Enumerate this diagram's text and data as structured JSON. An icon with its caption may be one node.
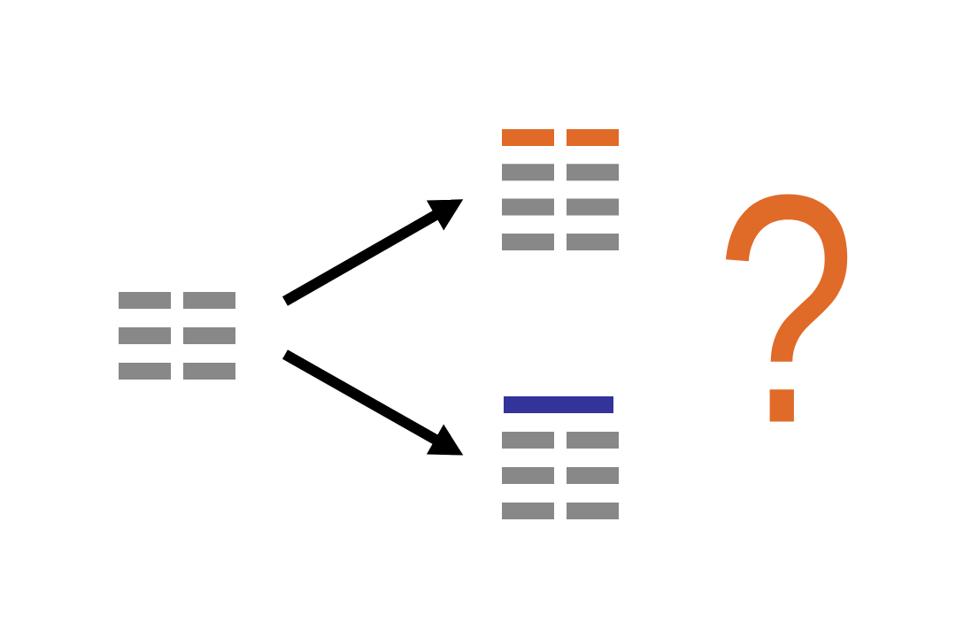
{
  "diagram": {
    "nodes": [
      {
        "text": [],
        "shape": "picture"
      },
      {
        "text": [],
        "shape": "picture"
      },
      {
        "text": [],
        "shape": "picture"
      }
    ],
    "edges": [
      {
        "from": 0,
        "to": 1,
        "arrow": "to"
      },
      {
        "from": 0,
        "to": 2,
        "arrow": "to"
      }
    ],
    "labels": [
      "?"
    ]
  }
}
